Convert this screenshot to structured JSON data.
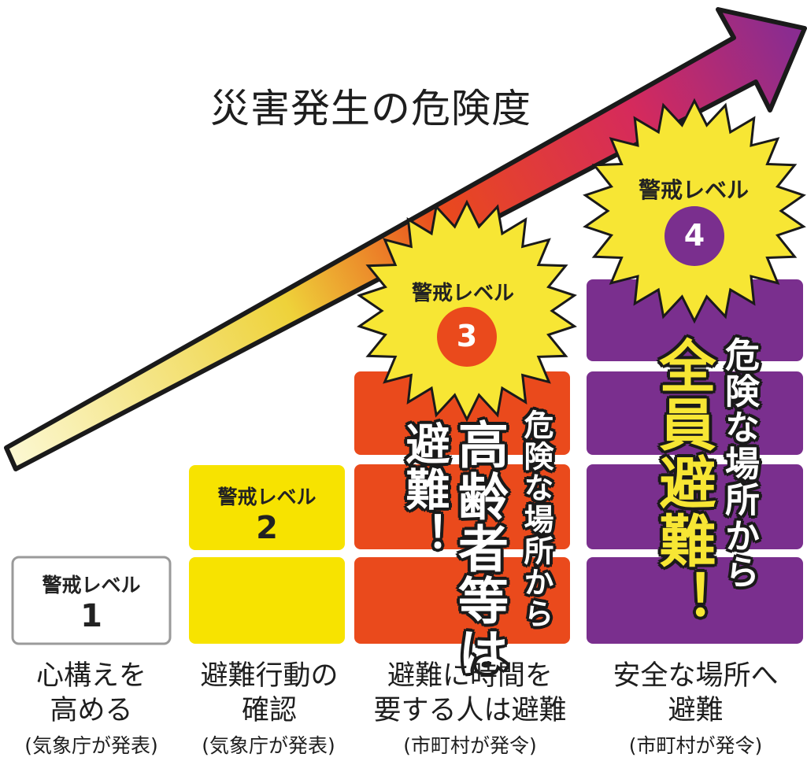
{
  "title": "災害発生の危険度",
  "levels": [
    {
      "label": "警戒レベル",
      "number": "1",
      "caption_line1": "心構えを",
      "caption_line2": "高める",
      "issuer": "(気象庁が発表)",
      "color": "#ffffff"
    },
    {
      "label": "警戒レベル",
      "number": "2",
      "caption_line1": "避難行動の",
      "caption_line2": "確認",
      "issuer": "(気象庁が発表)",
      "color": "#f7e300"
    },
    {
      "label": "警戒レベル",
      "number": "3",
      "caption_line1": "避難に時間を",
      "caption_line2": "要する人は避難",
      "issuer": "(市町村が発令)",
      "color": "#ea4a1c",
      "action_small": "危険な場所から",
      "action_big": "高齢者等は",
      "action_avoid": "避難！"
    },
    {
      "label": "警戒レベル",
      "number": "4",
      "caption_line1": "安全な場所へ",
      "caption_line2": "避難",
      "issuer": "(市町村が発令)",
      "color": "#7a2f8e",
      "action_small": "危険な場所から",
      "action_big": "全員避難！"
    }
  ],
  "colors": {
    "burst": "#f7e634",
    "arrow_start": "#fbf7cf",
    "arrow_mid": "#ea4a1c",
    "arrow_end": "#8a2c90"
  }
}
